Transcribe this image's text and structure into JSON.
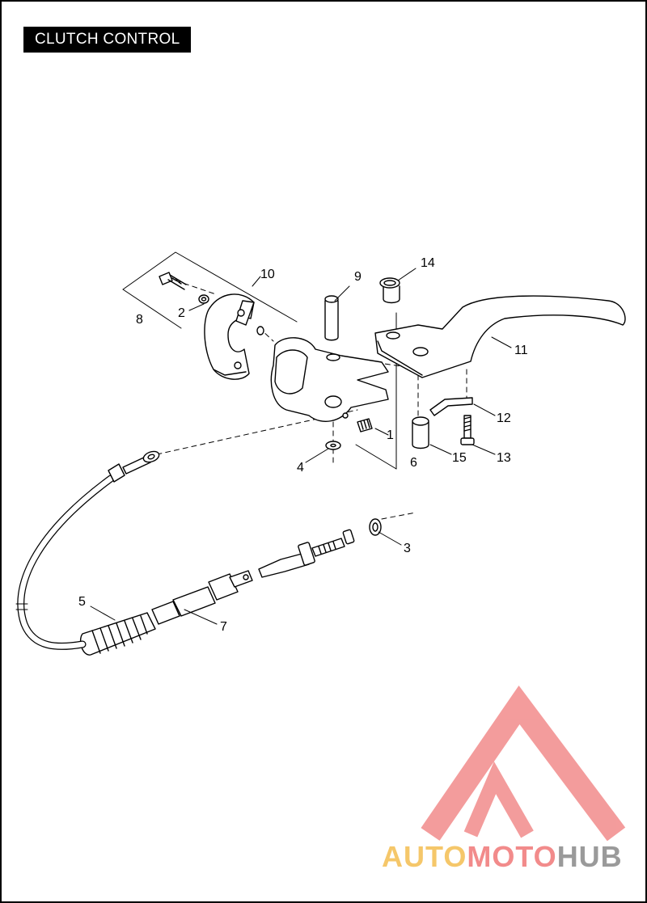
{
  "header": {
    "title": "CLUTCH CONTROL"
  },
  "callouts": [
    "1",
    "2",
    "3",
    "4",
    "5",
    "6",
    "7",
    "8",
    "9",
    "10",
    "11",
    "12",
    "13",
    "14",
    "15"
  ],
  "watermark": {
    "part1": "AUTO",
    "part2": "MOTO",
    "part3": "HUB"
  },
  "colors": {
    "ink": "#000000",
    "watermark_red": "#f28b8b",
    "watermark_yellow": "#f5c76a",
    "watermark_gray": "#9a9a9a"
  }
}
